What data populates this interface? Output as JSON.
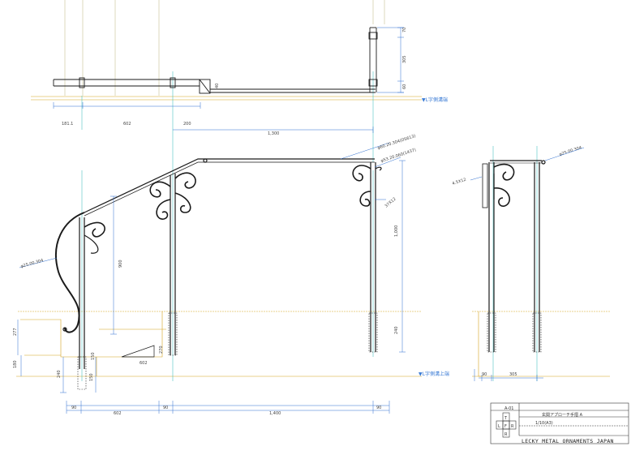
{
  "colors": {
    "stroke": "#1a1a1a",
    "centerline": "#2ab7b7",
    "reference": "#d6a21e",
    "dimension": "#2f6fd0",
    "gridline": "#b9b37a"
  },
  "plan": {
    "dims": [
      "181.1",
      "602",
      "200",
      "1,300"
    ],
    "side_dims": [
      "70",
      "305",
      "60"
    ],
    "small_box_dim": "40",
    "ref_label": "▼L字側溝端"
  },
  "elevation": {
    "dims": {
      "h_900": "900",
      "h_1000": "1,000",
      "h_240_right": "240",
      "h_240_left": "240",
      "h_277": "277",
      "h_180": "180",
      "h_270": "270",
      "h_150": "150",
      "h_150b": "150",
      "bottom_90a": "90",
      "bottom_602": "602",
      "bottom_90b": "90",
      "bottom_1400": "1,400",
      "bottom_90c": "90",
      "slope": "602",
      "side_90": "90",
      "side_305": "305"
    },
    "callouts": {
      "top_rail": "φ60.20.304(DS613)",
      "mid_rail": "φ53.20.060(1437)",
      "scroll_spec": "37X12",
      "left_curve": "φ25.00.304",
      "side_rail": "φ25.00.304",
      "side_post": "4.5X12"
    },
    "ref_label_bottom": "▼L字側溝上端"
  },
  "title_block": {
    "drawing_no": "A-01",
    "title": "玄関アプローチ手摺 A",
    "scale": "1/10(A3)",
    "company": "LECKY METAL ORNAMENTS JAPAN",
    "logo_letters": [
      "T",
      "L",
      "F",
      "R",
      "R"
    ]
  }
}
